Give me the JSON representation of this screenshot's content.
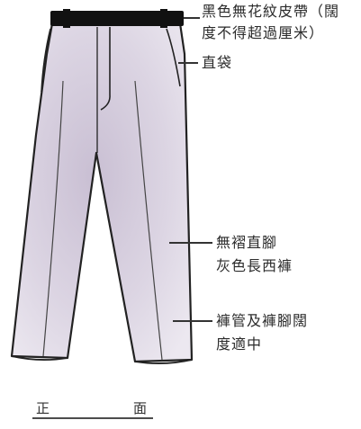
{
  "labels": {
    "belt_line1": "黑色無花紋皮帶（闊",
    "belt_line2": "度不得超過厘米）",
    "pocket": "直袋",
    "pants_line1": "無褶直腳",
    "pants_line2": "灰色長西褲",
    "hem_line1": "褲管及褲腳闊",
    "hem_line2": "度適中"
  },
  "caption": {
    "left": "正",
    "right": "面"
  },
  "colors": {
    "fabric": "#dcd5e3",
    "belt": "#111111",
    "outline": "#222222"
  }
}
